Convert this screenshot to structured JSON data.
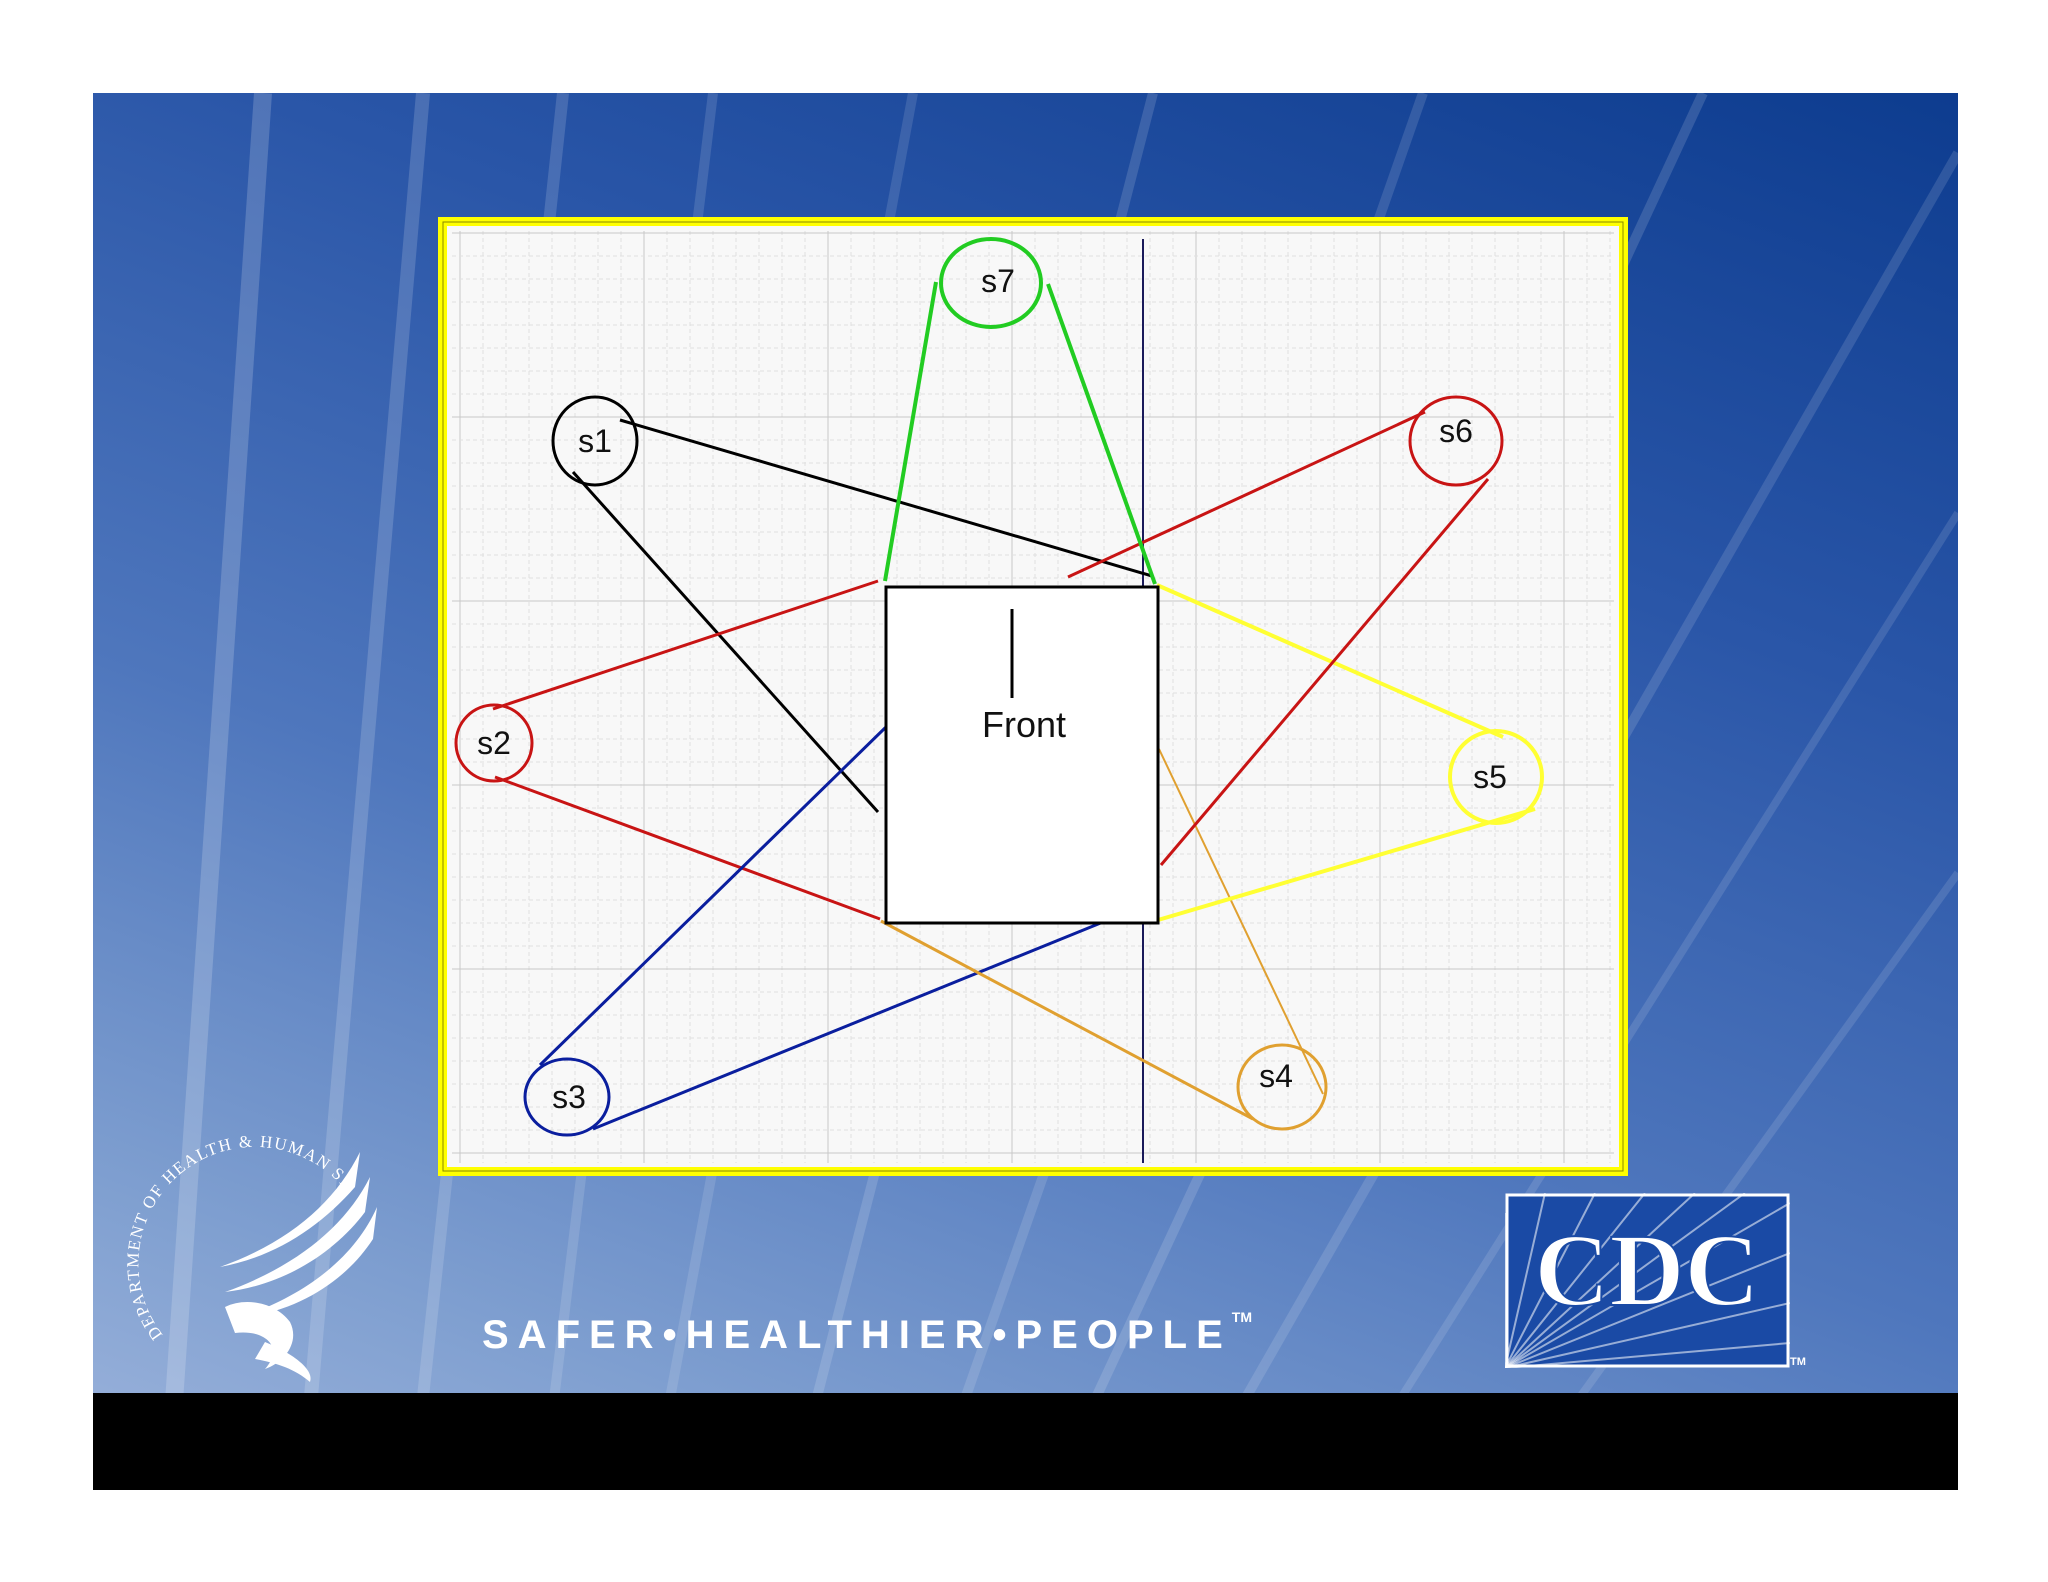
{
  "slogan": "SAFER•HEALTHIER•PEOPLE",
  "slogan_tm": "TM",
  "cdc_logo_text": "CDC",
  "cdc_tm": "TM",
  "seal_text": "DEPARTMENT OF HEALTH & HUMAN SERVICES•USA",
  "colors": {
    "frame": "#ffff00",
    "s1": "#000000",
    "s2": "#c81414",
    "s3": "#0a1e9e",
    "s4": "#e0a030",
    "s5": "#ffff33",
    "s6": "#c81414",
    "s7": "#22cc22"
  },
  "diagram": {
    "front_label": "Front",
    "nodes": [
      {
        "id": "s1",
        "label": "s1"
      },
      {
        "id": "s2",
        "label": "s2"
      },
      {
        "id": "s3",
        "label": "s3"
      },
      {
        "id": "s4",
        "label": "s4"
      },
      {
        "id": "s5",
        "label": "s5"
      },
      {
        "id": "s6",
        "label": "s6"
      },
      {
        "id": "s7",
        "label": "s7"
      }
    ]
  }
}
